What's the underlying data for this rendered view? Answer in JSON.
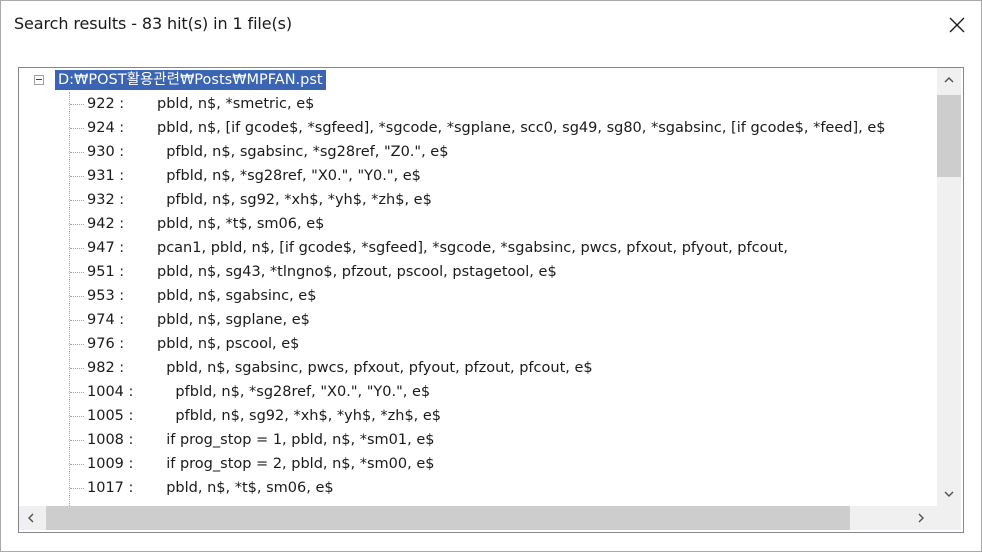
{
  "window": {
    "title": "Search results - 83 hit(s) in 1 file(s)"
  },
  "tree": {
    "root_label": "D:₩POST활용관련₩Posts₩MPFAN.pst",
    "rows": [
      {
        "line": "922 :",
        "code": "pbld, n$, *smetric, e$"
      },
      {
        "line": "924 :",
        "code": "pbld, n$, [if gcode$, *sgfeed], *sgcode, *sgplane, scc0, sg49, sg80, *sgabsinc, [if gcode$, *feed], e$"
      },
      {
        "line": "930 :",
        "code": "  pfbld, n$, sgabsinc, *sg28ref, \"Z0.\", e$"
      },
      {
        "line": "931 :",
        "code": "  pfbld, n$, *sg28ref, \"X0.\", \"Y0.\", e$"
      },
      {
        "line": "932 :",
        "code": "  pfbld, n$, sg92, *xh$, *yh$, *zh$, e$"
      },
      {
        "line": "942 :",
        "code": "pbld, n$, *t$, sm06, e$"
      },
      {
        "line": "947 :",
        "code": "pcan1, pbld, n$, [if gcode$, *sgfeed], *sgcode, *sgabsinc, pwcs, pfxout, pfyout, pfcout,"
      },
      {
        "line": "951 :",
        "code": "pbld, n$, sg43, *tlngno$, pfzout, pscool, pstagetool, e$"
      },
      {
        "line": "953 :",
        "code": "pbld, n$, sgabsinc, e$"
      },
      {
        "line": "974 :",
        "code": "pbld, n$, sgplane, e$"
      },
      {
        "line": "976 :",
        "code": "pbld, n$, pscool, e$"
      },
      {
        "line": "982 :",
        "code": "  pbld, n$, sgabsinc, pwcs, pfxout, pfyout, pfzout, pfcout, e$"
      },
      {
        "line": "1004 :",
        "code": "    pfbld, n$, *sg28ref, \"X0.\", \"Y0.\", e$"
      },
      {
        "line": "1005 :",
        "code": "    pfbld, n$, sg92, *xh$, *yh$, *zh$, e$"
      },
      {
        "line": "1008 :",
        "code": "  if prog_stop = 1, pbld, n$, *sm01, e$"
      },
      {
        "line": "1009 :",
        "code": "  if prog_stop = 2, pbld, n$, *sm00, e$"
      },
      {
        "line": "1017 :",
        "code": "  pbld, n$, *t$, sm06, e$"
      }
    ]
  },
  "icons": {
    "close": "close-icon",
    "scroll_up": "chevron-up-icon",
    "scroll_down": "chevron-down-icon",
    "scroll_left": "chevron-left-icon",
    "scroll_right": "chevron-right-icon",
    "collapse": "minus-box-icon"
  },
  "colors": {
    "selection": "#3b64b2",
    "scrollbar_track": "#f0f0f0",
    "scrollbar_thumb": "#cdcdcd"
  }
}
